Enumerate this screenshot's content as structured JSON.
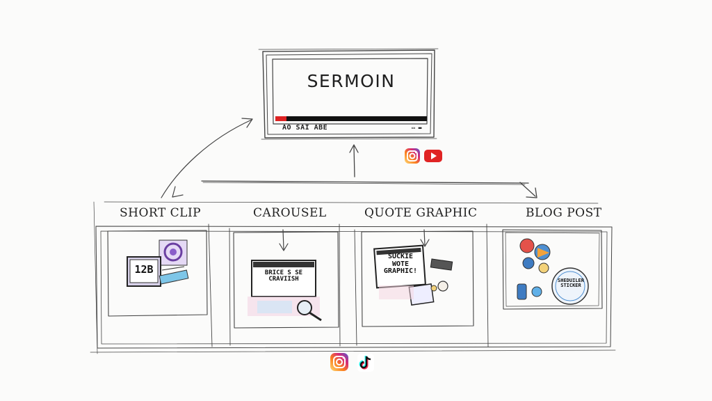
{
  "root": {
    "title": "SERMOIN",
    "controls_text": "AO SAI ABE",
    "time_text": "▭ ▬",
    "platform_icons": [
      "instagram-icon",
      "youtube-icon"
    ]
  },
  "outputs": [
    {
      "label": "SHORT CLIP",
      "card_text": "12B"
    },
    {
      "label": "CAROUSEL",
      "card_text": "BRICE S SE\nCRAVIISH"
    },
    {
      "label": "QUOTE GRAPHIC",
      "card_text": "SUCKIE\nWOTE\nGRAPHIC!"
    },
    {
      "label": "BLOG POST",
      "card_text": "SHEDUILER\nSTICKER"
    }
  ],
  "bottom_icons": [
    "instagram-icon",
    "tiktok-icon"
  ],
  "colors": {
    "instagram": "#e4405f",
    "youtube": "#e02424",
    "tiktok_cyan": "#25f4ee",
    "tiktok_red": "#fe2c55"
  }
}
